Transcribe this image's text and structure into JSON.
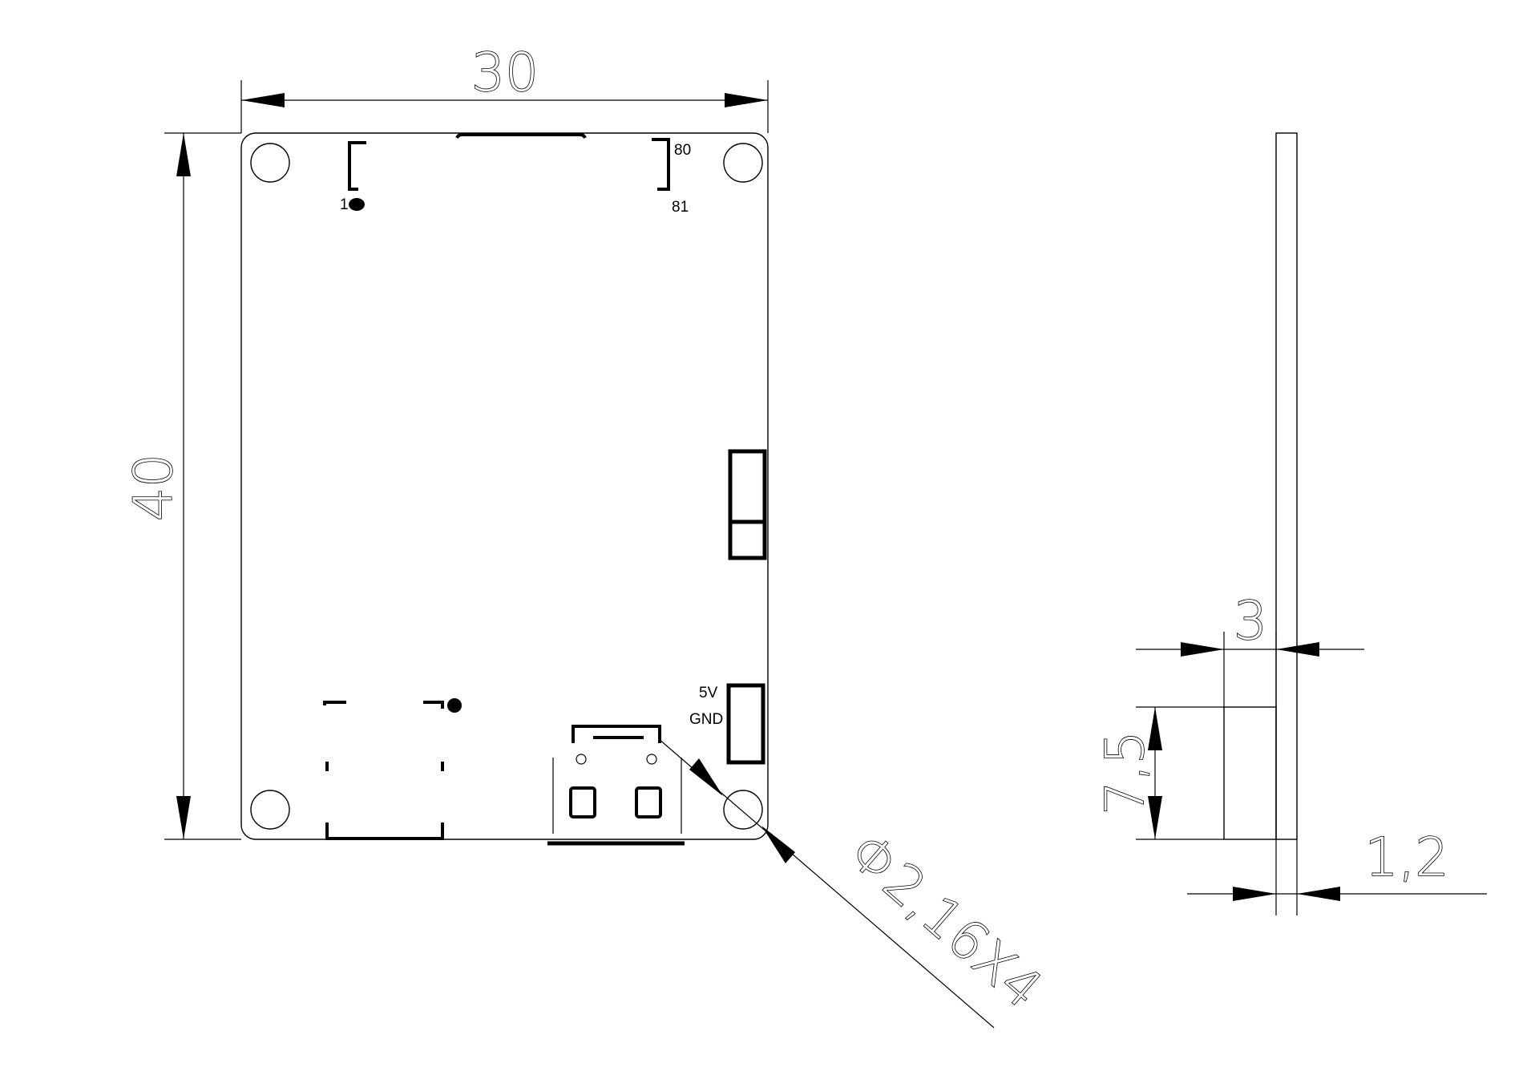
{
  "dimensions": {
    "width": "30",
    "height": "40",
    "hole": "Φ2,16X4",
    "connector_height": "7,5",
    "connector_depth": "3",
    "board_thickness": "1,2"
  },
  "labels": {
    "pin_1": "1",
    "pin_80": "80",
    "pin_81": "81",
    "power_5v": "5V",
    "power_gnd": "GND"
  }
}
